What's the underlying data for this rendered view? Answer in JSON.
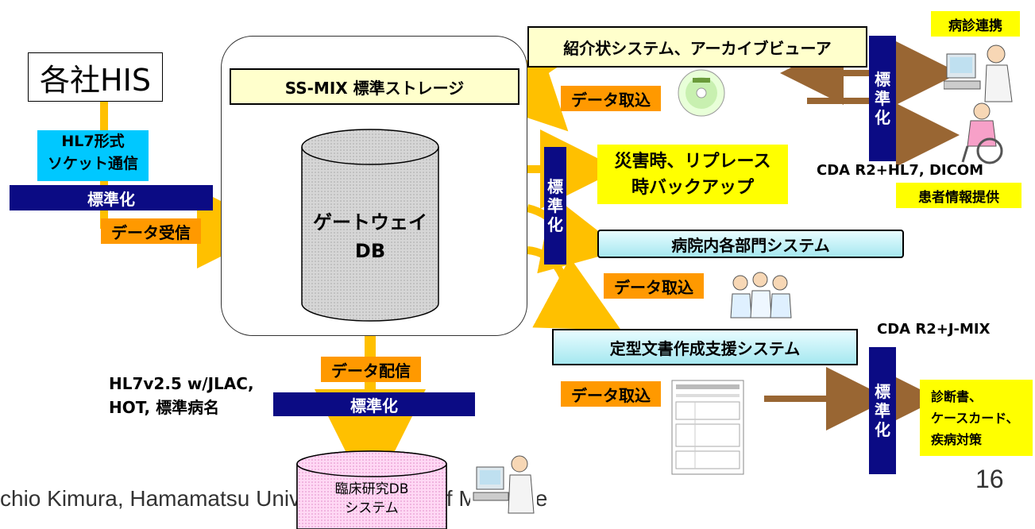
{
  "his": "各社HIS",
  "hl7_socket": [
    "HL7形式",
    "ソケット通信"
  ],
  "standardize": "標準化",
  "data_receive": "データ受信",
  "ssmix_storage": "SS-MIX 標準ストレージ",
  "gateway_db": [
    "ゲートウェイ",
    "DB"
  ],
  "referral_system": "紹介状システム、アーカイブビューア",
  "data_import": "データ取込",
  "disaster_backup": [
    "災害時、リプレース",
    "時バックアップ"
  ],
  "hospital_dept": "病院内各部門システム",
  "template_doc": "定型文書作成支援システム",
  "data_distribute": "データ配信",
  "hl7v25": [
    "HL7v2.5 w/JLAC,",
    "HOT, 標準病名"
  ],
  "clinical_db": [
    "臨床研究DB",
    "システム"
  ],
  "clinic_link": "病診連携",
  "cda_dicom": "CDA R2+HL7, DICOM",
  "patient_info": "患者情報提供",
  "cda_jmix": "CDA R2+J-MIX",
  "documents": [
    "診断書、",
    "ケースカード、",
    "疾病対策"
  ],
  "vertical_std": [
    "標",
    "準",
    "化"
  ],
  "footer": "chio Kimura, Hamamatsu University School of Medicine",
  "page_number": "16",
  "colors": {
    "navy": "#0b0b84",
    "orange": "#ff9900",
    "yellow": "#ffff00",
    "brown": "#996633",
    "arrow_yellow": "#ffc000"
  }
}
